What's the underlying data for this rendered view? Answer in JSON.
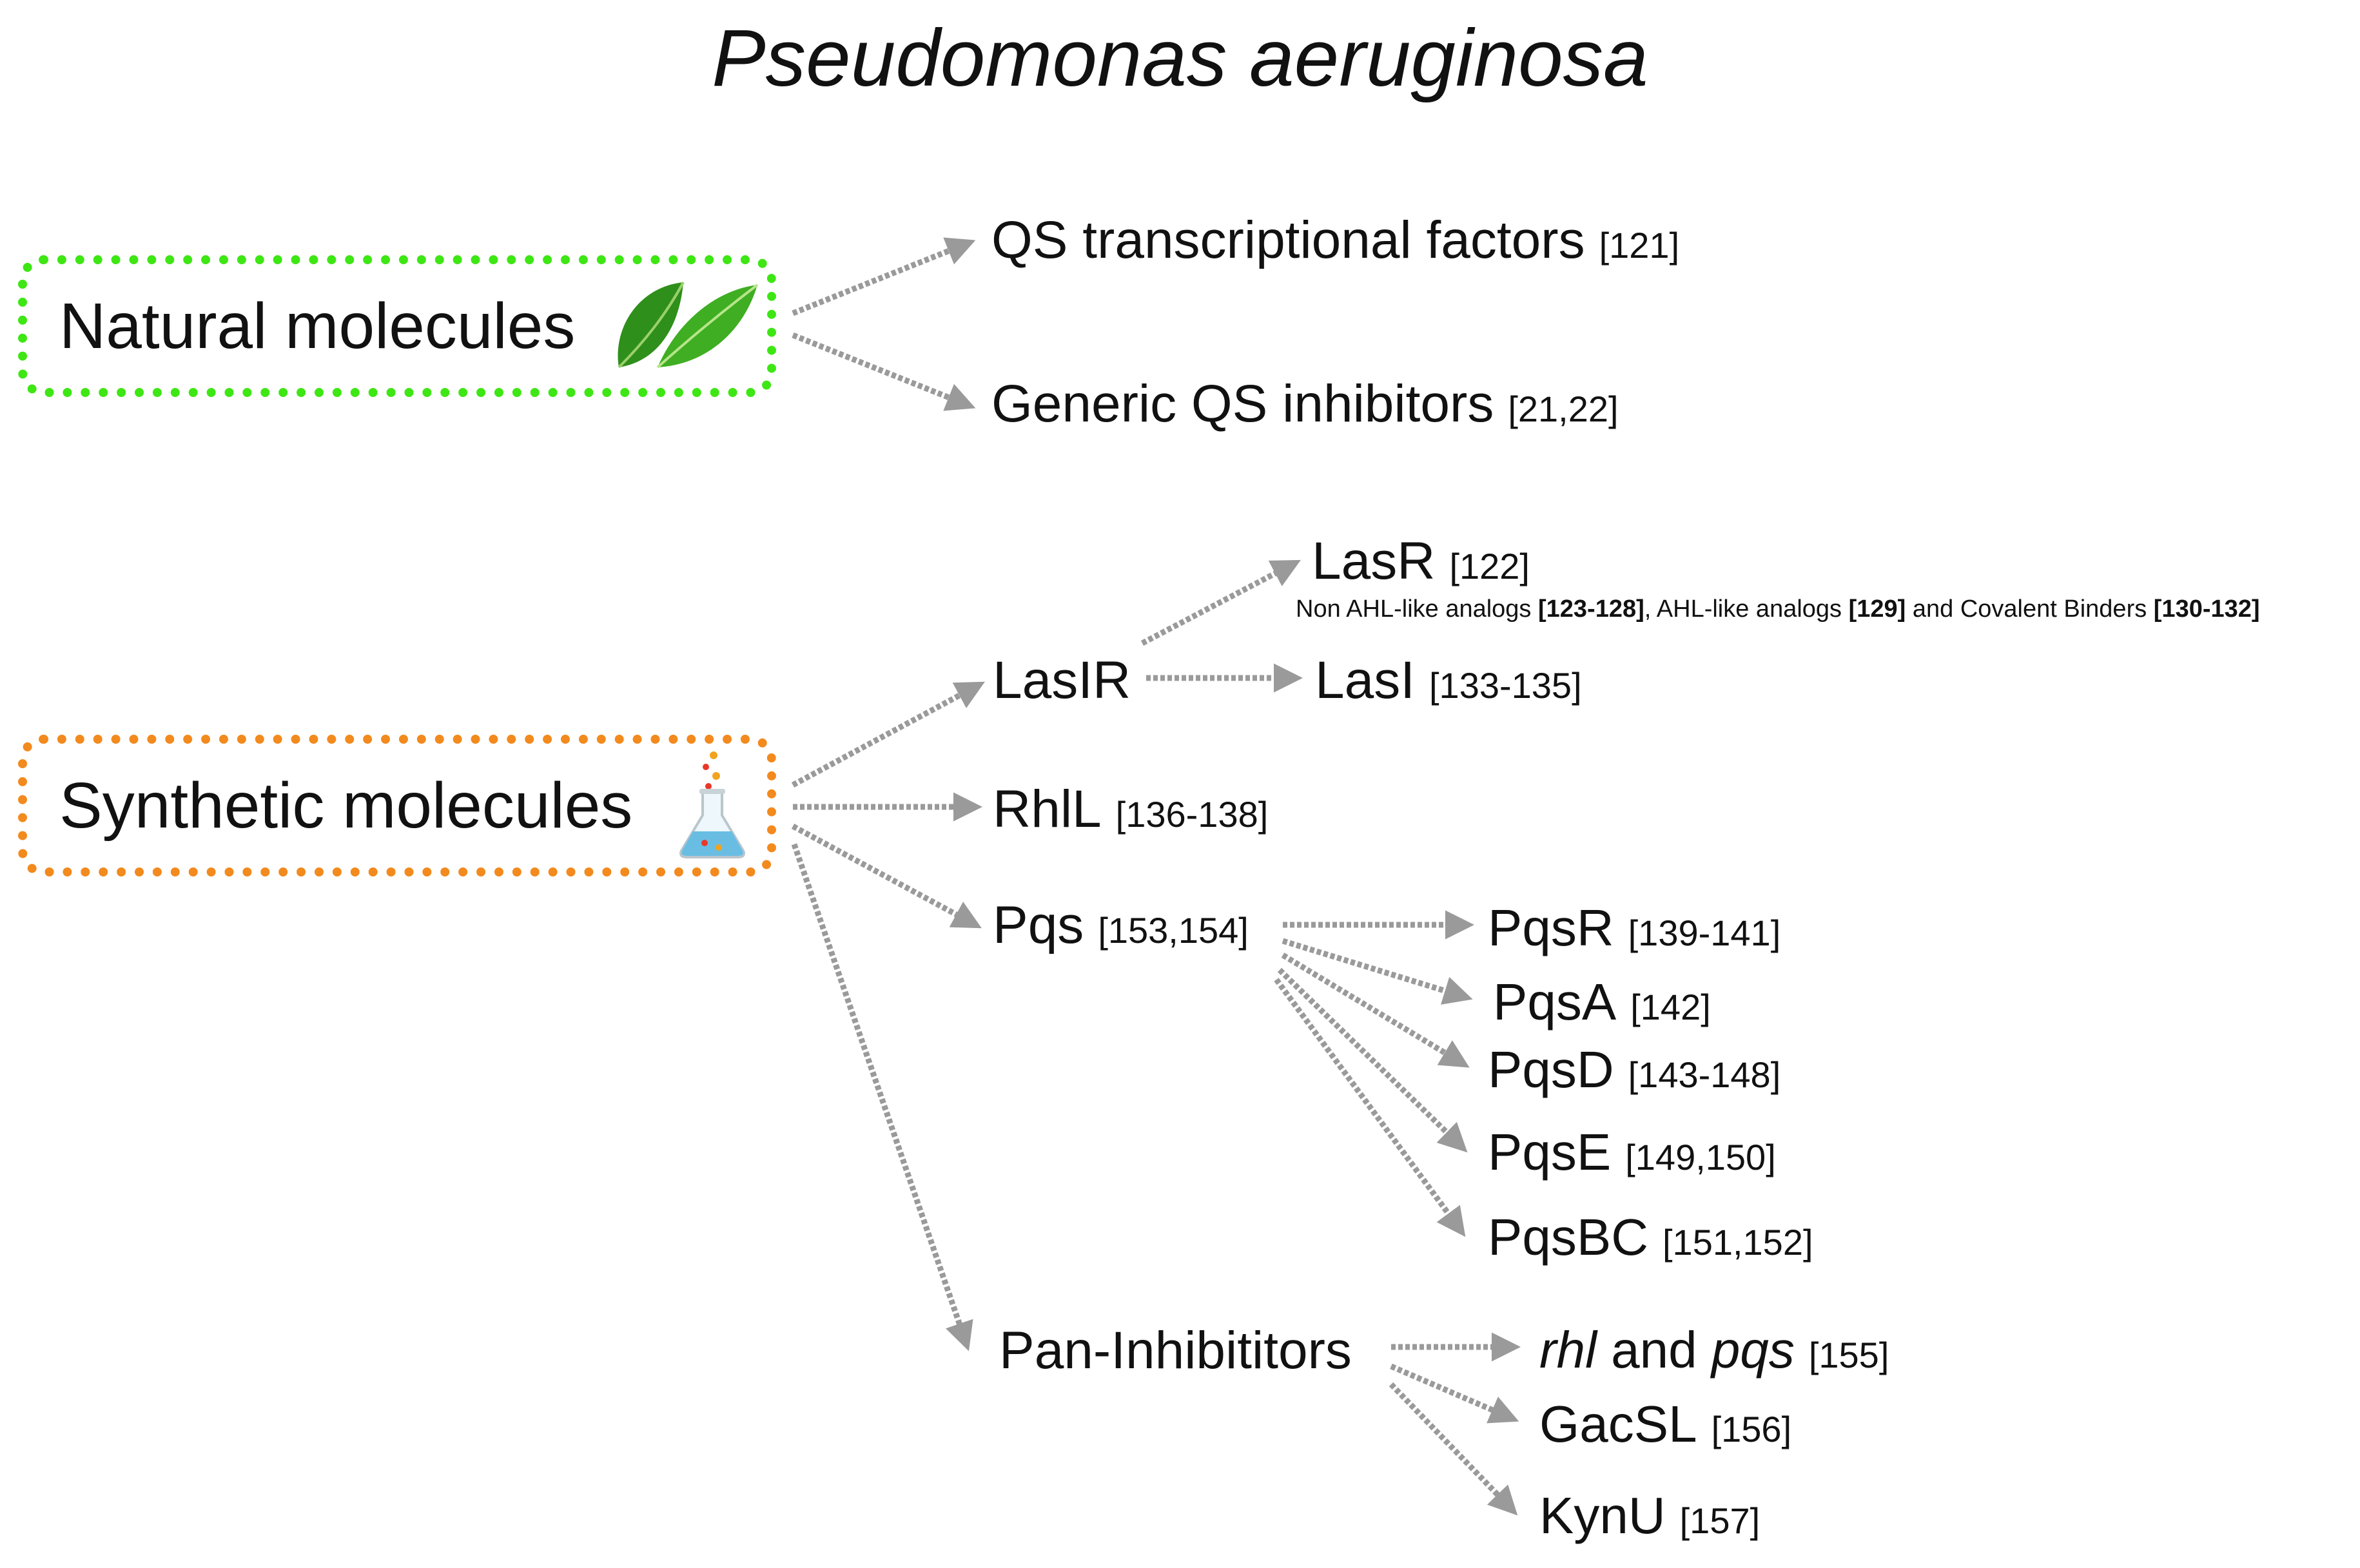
{
  "title": "Pseudomonas aeruginosa",
  "natural": {
    "label": "Natural molecules",
    "icon": "leaf-icon",
    "color": "#3ee614",
    "targets": [
      {
        "name": "QS transcriptional factors",
        "ref": "[121]"
      },
      {
        "name": "Generic QS inhibitors",
        "ref": "[21,22]"
      }
    ]
  },
  "synthetic": {
    "label": "Synthetic molecules",
    "icon": "flask-icon",
    "color": "#f28a1e",
    "lasir": {
      "name": "LasIR",
      "lasr": {
        "name": "LasR",
        "ref": "[122]"
      },
      "lasr_note": {
        "part1": "Non AHL-like analogs ",
        "ref1": "[123-128]",
        "sep1": ", AHL-like analogs ",
        "ref2": "[129]",
        "sep2": " and Covalent Binders ",
        "ref3": "[130-132]"
      },
      "lasi": {
        "name": "LasI",
        "ref": "[133-135]"
      }
    },
    "rhll": {
      "name": "RhlL",
      "ref": "[136-138]"
    },
    "pqs": {
      "name": "Pqs",
      "ref": "[153,154]",
      "targets": [
        {
          "name": "PqsR",
          "ref": "[139-141]"
        },
        {
          "name": "PqsA",
          "ref": "[142]"
        },
        {
          "name": "PqsD",
          "ref": "[143-148]"
        },
        {
          "name": "PqsE",
          "ref": "[149,150]"
        },
        {
          "name": "PqsBC",
          "ref": "[151,152]"
        }
      ]
    },
    "pan": {
      "name": "Pan-Inhibititors",
      "rhl_pqs": {
        "part1": "rhl",
        "and": " and ",
        "part2": "pqs",
        "ref": "[155]"
      },
      "gacsl": {
        "name": "GacSL",
        "ref": "[156]"
      },
      "kynu": {
        "name": "KynU",
        "ref": "[157]"
      }
    }
  },
  "arrow_color": "#9a9a9a"
}
